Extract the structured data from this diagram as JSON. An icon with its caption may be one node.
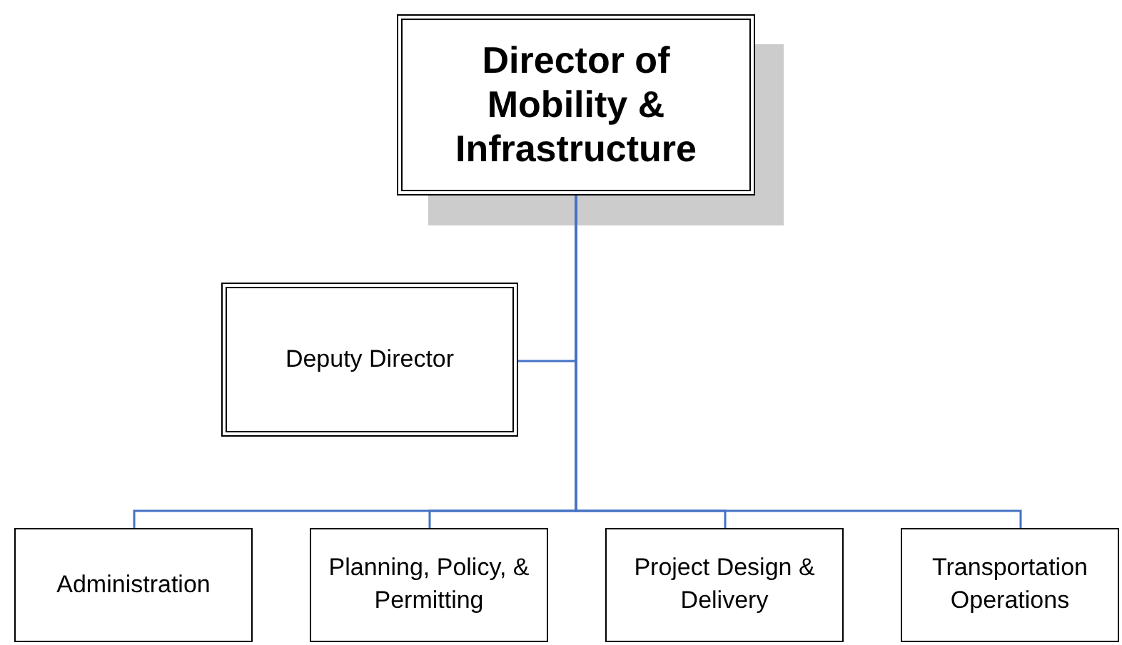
{
  "diagram": {
    "nodes": [
      {
        "text": [
          "Director of Mobility & Infrastructure"
        ]
      },
      {
        "text": [
          "Deputy Director"
        ]
      },
      {
        "text": [
          "Administration"
        ]
      },
      {
        "text": [
          "Planning, Policy, & Permitting"
        ]
      },
      {
        "text": [
          "Project Design & Delivery"
        ]
      },
      {
        "text": [
          "Transportation Operations"
        ]
      }
    ],
    "edges": [
      {
        "from": 0,
        "to": 1,
        "arrow": "none"
      },
      {
        "from": 0,
        "to": 2,
        "arrow": "none"
      },
      {
        "from": 0,
        "to": 3,
        "arrow": "none"
      },
      {
        "from": 0,
        "to": 4,
        "arrow": "none"
      },
      {
        "from": 0,
        "to": 5,
        "arrow": "none"
      }
    ]
  }
}
